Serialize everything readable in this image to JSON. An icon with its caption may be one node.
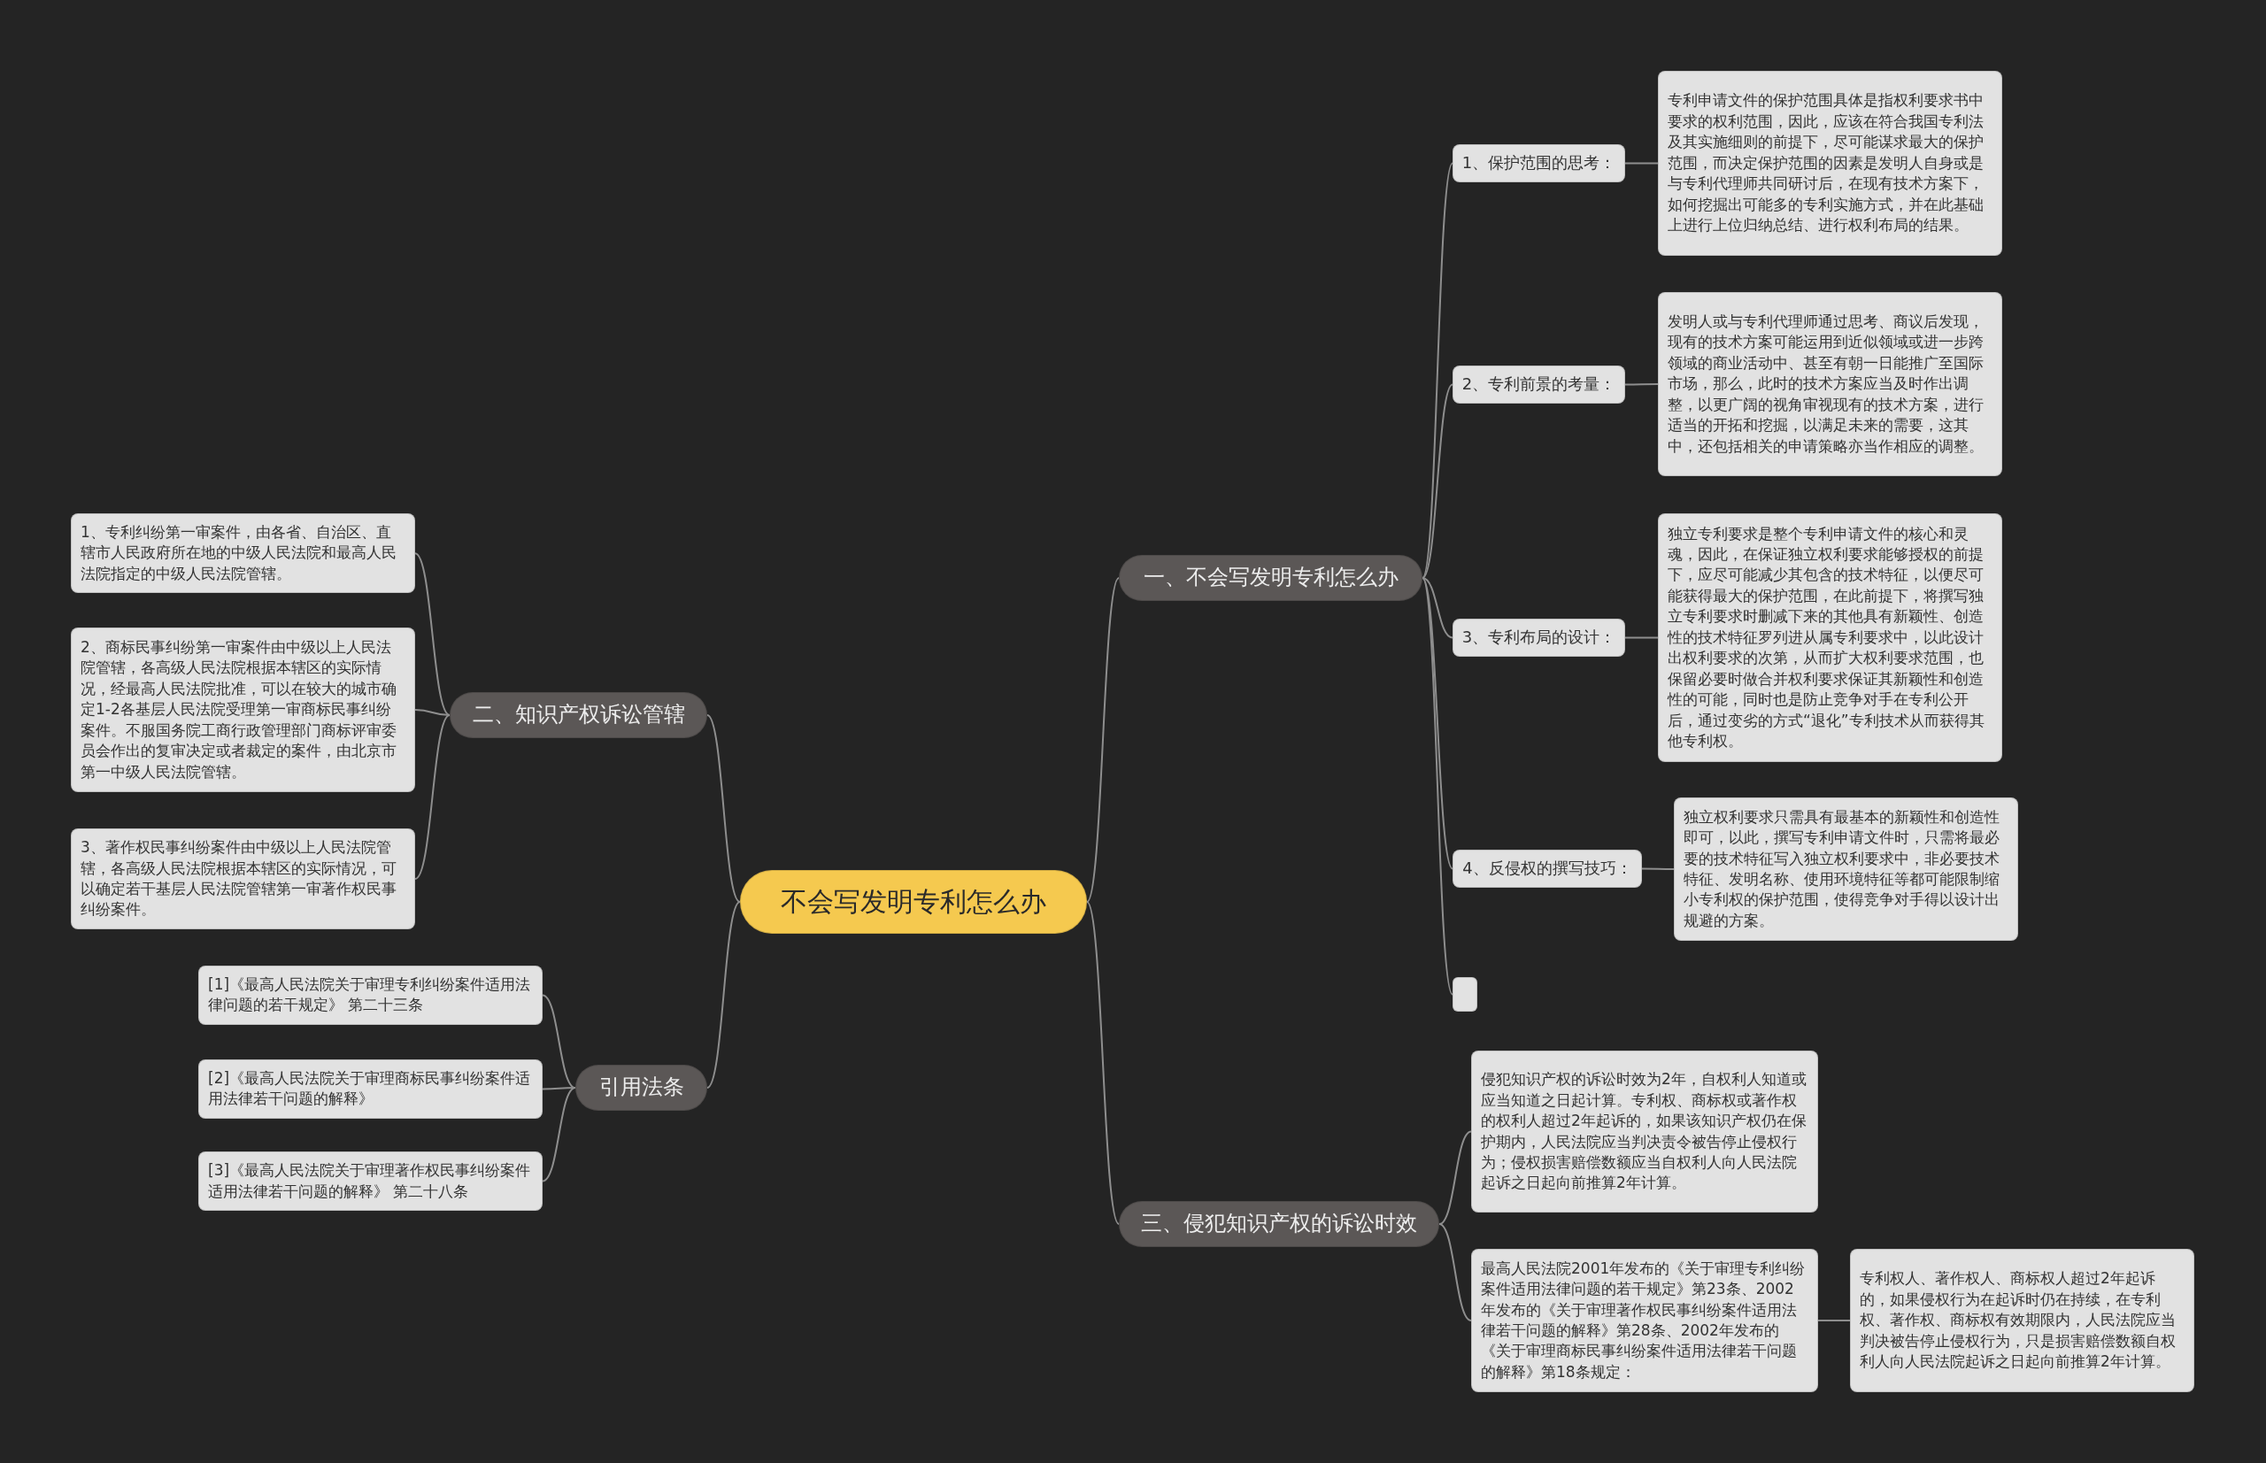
{
  "diagram": {
    "nodes": [
      {
        "text": [
          "不会写发明专利怎么办"
        ]
      },
      {
        "text": [
          "一、不会写发明专利怎么办"
        ]
      },
      {
        "text": [
          "1、保护范围的思考："
        ]
      },
      {
        "text": [
          "专利申请文件的保护范围具体是指权利要求书中要求的权利范围，因此，应该在符合我国专利法及其实施细则的前提下，尽可能谋求最大的保护范围，而决定保护范围的因素是发明人自身或是与专利代理师共同研讨后，在现有技术方案下，如何挖掘出可能多的专利实施方式，并在此基础上进行上位归纳总结、进行权利布局的结果。"
        ]
      },
      {
        "text": [
          "2、专利前景的考量："
        ]
      },
      {
        "text": [
          "发明人或与专利代理师通过思考、商议后发现，现有的技术方案可能运用到近似领域或进一步跨领域的商业活动中、甚至有朝一日能推广至国际市场，那么，此时的技术方案应当及时作出调整，以更广阔的视角审视现有的技术方案，进行适当的开拓和挖掘，以满足未来的需要，这其中，还包括相关的申请策略亦当作相应的调整。"
        ]
      },
      {
        "text": [
          "3、专利布局的设计："
        ]
      },
      {
        "text": [
          "独立专利要求是整个专利申请文件的核心和灵魂，因此，在保证独立权利要求能够授权的前提下，应尽可能减少其包含的技术特征，以便尽可能获得最大的保护范围，在此前提下，将撰写独立专利要求时删减下来的其他具有新颖性、创造性的技术特征罗列进从属专利要求中，以此设计出权利要求的次第，从而扩大权利要求范围，也保留必要时做合并权利要求保证其新颖性和创造性的可能，同时也是防止竞争对手在专利公开后，通过变劣的方式“退化”专利技术从而获得其他专利权。"
        ]
      },
      {
        "text": [
          "4、反侵权的撰写技巧："
        ]
      },
      {
        "text": [
          "独立权利要求只需具有最基本的新颖性和创造性即可，以此，撰写专利申请文件时，只需将最必要的技术特征写入独立权利要求中，非必要技术特征、发明名称、使用环境特征等都可能限制缩小专利权的保护范围，使得竞争对手得以设计出规避的方案。"
        ]
      },
      {
        "text": [],
        "shape": "box"
      },
      {
        "text": [
          "三、侵犯知识产权的诉讼时效"
        ]
      },
      {
        "text": [
          "侵犯知识产权的诉讼时效为2年，自权利人知道或应当知道之日起计算。专利权、商标权或著作权的权利人超过2年起诉的，如果该知识产权仍在保护期内，人民法院应当判决责令被告停止侵权行为；侵权损害赔偿数额应当自权利人向人民法院起诉之日起向前推算2年计算。"
        ]
      },
      {
        "text": [
          "最高人民法院2001年发布的《关于审理专利纠纷案件适用法律问题的若干规定》第23条、2002年发布的《关于审理著作权民事纠纷案件适用法律若干问题的解释》第28条、2002年发布的《关于审理商标民事纠纷案件适用法律若干问题的解释》第18条规定："
        ]
      },
      {
        "text": [
          "专利权人、著作权人、商标权人超过2年起诉的，如果侵权行为在起诉时仍在持续，在专利权、著作权、商标权有效期限内，人民法院应当判决被告停止侵权行为，只是损害赔偿数额自权利人向人民法院起诉之日起向前推算2年计算。"
        ]
      },
      {
        "text": [
          "二、知识产权诉讼管辖"
        ]
      },
      {
        "text": [
          "1、专利纠纷第一审案件，由各省、自治区、直辖市人民政府所在地的中级人民法院和最高人民法院指定的中级人民法院管辖。"
        ]
      },
      {
        "text": [
          "2、商标民事纠纷第一审案件由中级以上人民法院管辖，各高级人民法院根据本辖区的实际情况，经最高人民法院批准，可以在较大的城市确定1-2各基层人民法院受理第一审商标民事纠纷案件。不服国务院工商行政管理部门商标评审委员会作出的复审决定或者裁定的案件，由北京市第一中级人民法院管辖。"
        ]
      },
      {
        "text": [
          "3、著作权民事纠纷案件由中级以上人民法院管辖，各高级人民法院根据本辖区的实际情况，可以确定若干基层人民法院管辖第一审著作权民事纠纷案件。"
        ]
      },
      {
        "text": [
          "引用法条"
        ]
      },
      {
        "text": [
          "[1]《最高人民法院关于审理专利纠纷案件适用法律问题的若干规定》 第二十三条"
        ]
      },
      {
        "text": [
          "[2]《最高人民法院关于审理商标民事纠纷案件适用法律若干问题的解释》"
        ]
      },
      {
        "text": [
          "[3]《最高人民法院关于审理著作权民事纠纷案件适用法律若干问题的解释》 第二十八条"
        ]
      }
    ],
    "edges": [
      {
        "from": 0,
        "to": 1,
        "arrow": "none"
      },
      {
        "from": 1,
        "to": 2,
        "arrow": "none"
      },
      {
        "from": 2,
        "to": 3,
        "arrow": "none"
      },
      {
        "from": 1,
        "to": 4,
        "arrow": "none"
      },
      {
        "from": 4,
        "to": 5,
        "arrow": "none"
      },
      {
        "from": 1,
        "to": 6,
        "arrow": "none"
      },
      {
        "from": 6,
        "to": 7,
        "arrow": "none"
      },
      {
        "from": 1,
        "to": 8,
        "arrow": "none"
      },
      {
        "from": 8,
        "to": 9,
        "arrow": "none"
      },
      {
        "from": 1,
        "to": 10,
        "arrow": "none"
      },
      {
        "from": 0,
        "to": 11,
        "arrow": "none"
      },
      {
        "from": 11,
        "to": 12,
        "arrow": "none"
      },
      {
        "from": 11,
        "to": 13,
        "arrow": "none"
      },
      {
        "from": 13,
        "to": 14,
        "arrow": "none"
      },
      {
        "from": 0,
        "to": 15,
        "arrow": "none"
      },
      {
        "from": 15,
        "to": 16,
        "arrow": "none"
      },
      {
        "from": 15,
        "to": 17,
        "arrow": "none"
      },
      {
        "from": 15,
        "to": 18,
        "arrow": "none"
      },
      {
        "from": 0,
        "to": 19,
        "arrow": "none"
      },
      {
        "from": 19,
        "to": 20,
        "arrow": "none"
      },
      {
        "from": 19,
        "to": 21,
        "arrow": "none"
      },
      {
        "from": 19,
        "to": 22,
        "arrow": "none"
      }
    ]
  }
}
